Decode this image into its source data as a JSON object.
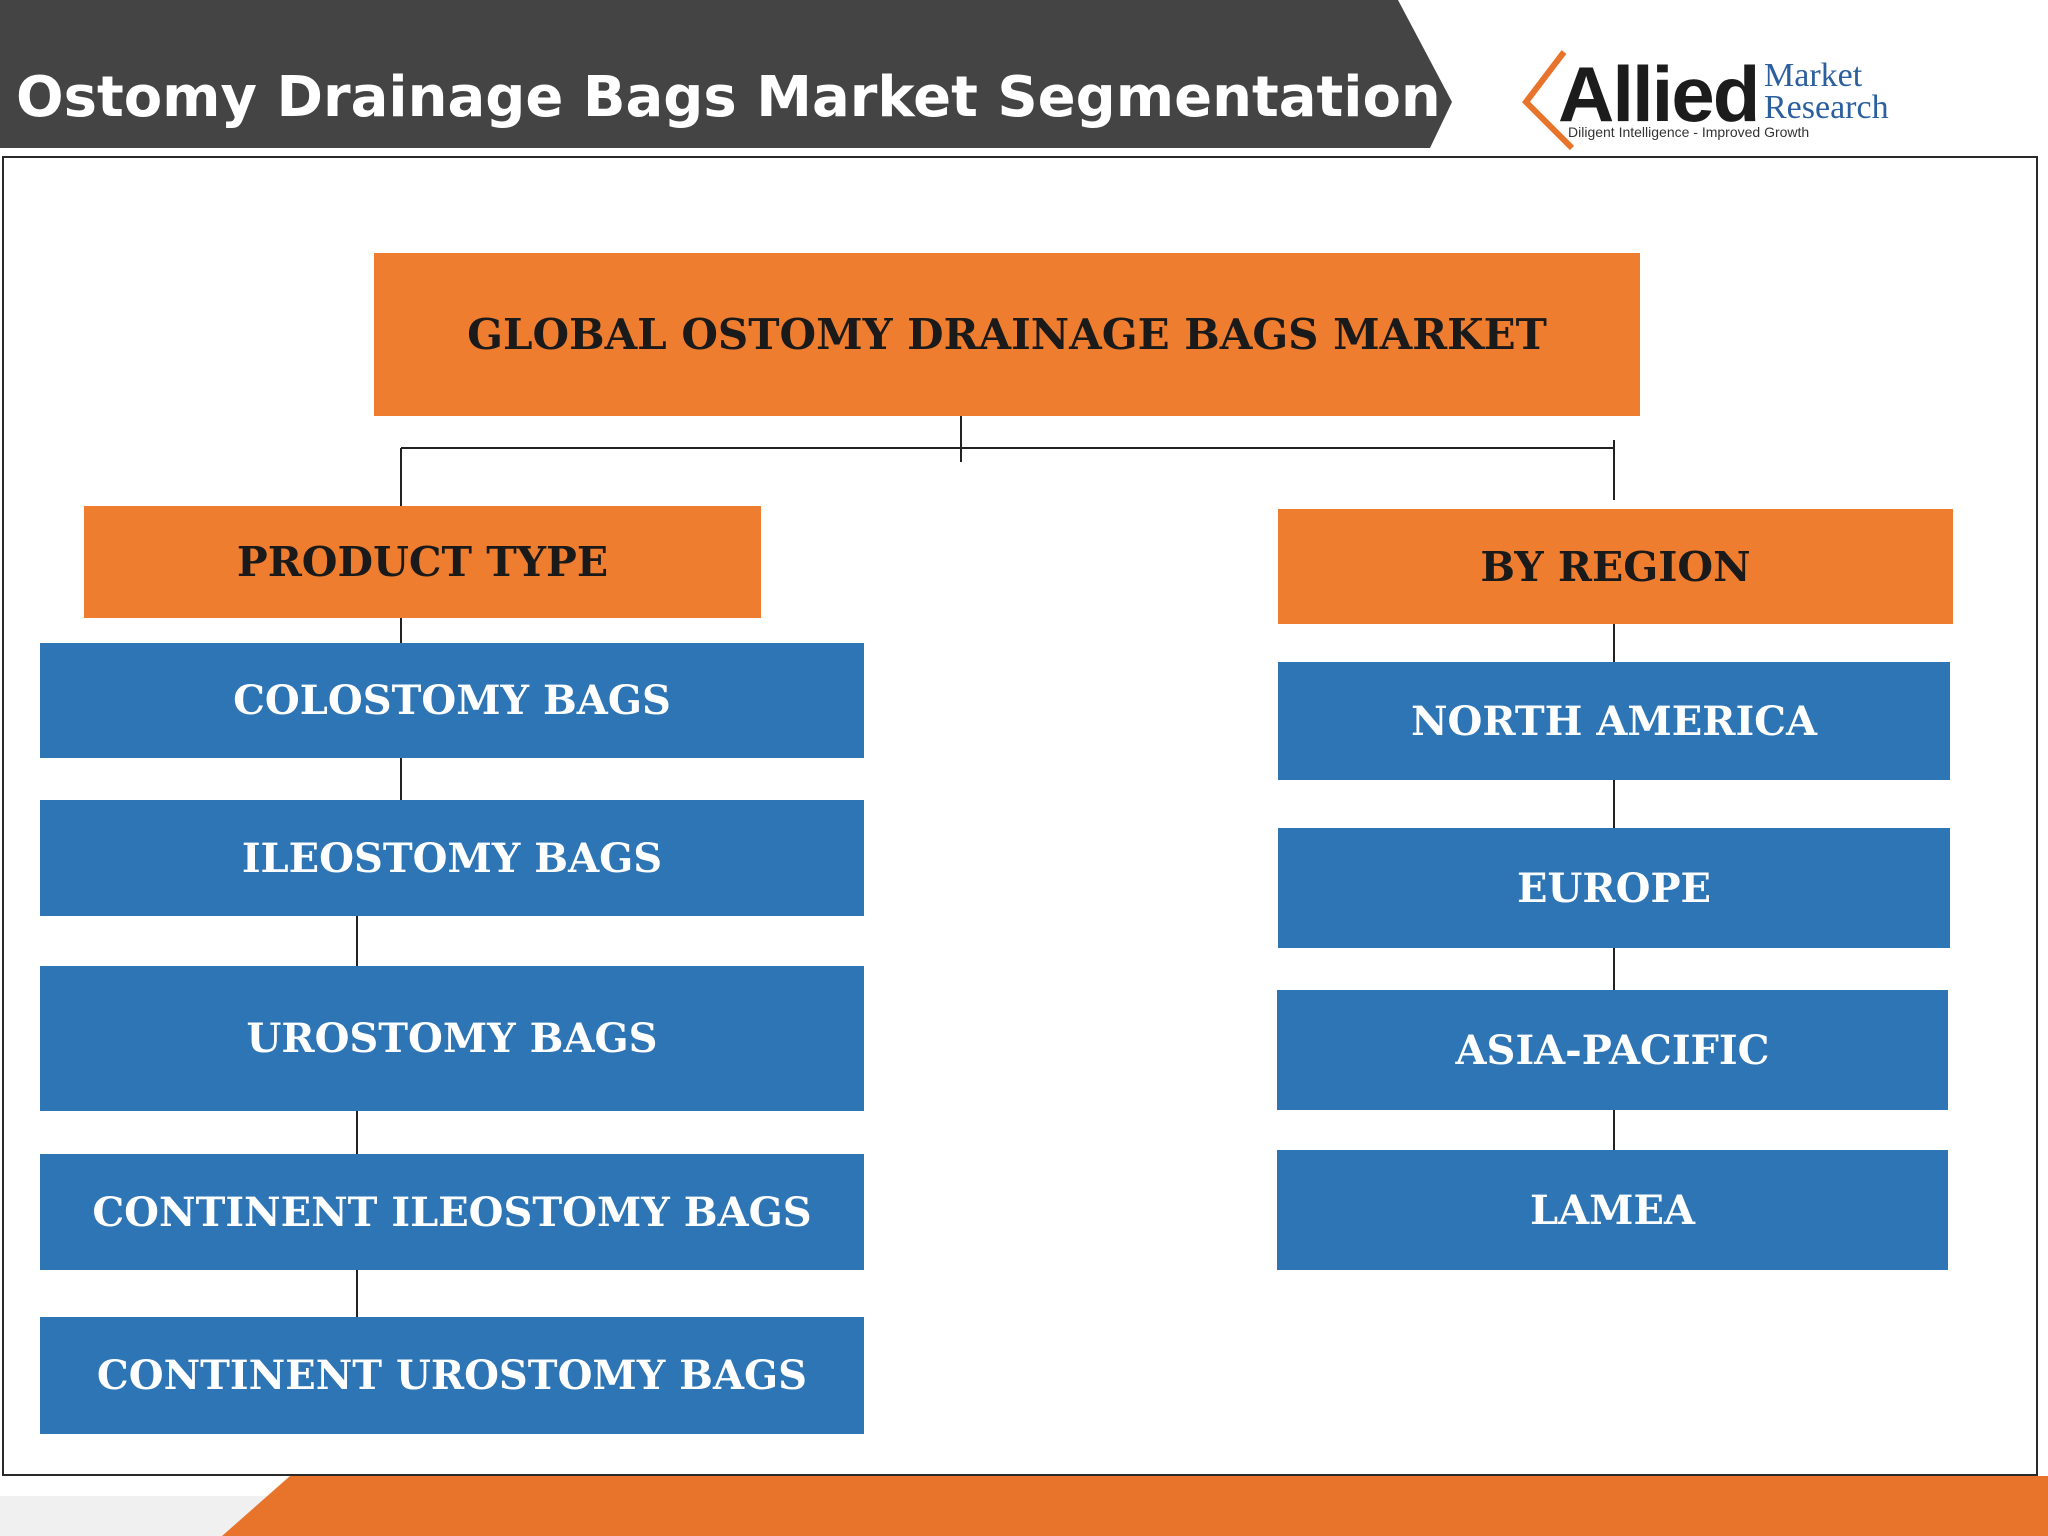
{
  "header": {
    "title": "Ostomy Drainage Bags Market Segmentation"
  },
  "logo": {
    "allied": "Allied",
    "market": "Market",
    "research": "Research",
    "tagline": "Diligent Intelligence - Improved Growth"
  },
  "diagram": {
    "root": "GLOBAL OSTOMY DRAINAGE BAGS MARKET",
    "product_type": {
      "label": "PRODUCT TYPE",
      "items": [
        "COLOSTOMY BAGS",
        "ILEOSTOMY BAGS",
        "UROSTOMY BAGS",
        "CONTINENT ILEOSTOMY BAGS",
        "CONTINENT UROSTOMY BAGS"
      ]
    },
    "by_region": {
      "label": "BY REGION",
      "items": [
        "NORTH AMERICA",
        "EUROPE",
        "ASIA-PACIFIC",
        "LAMEA"
      ]
    }
  },
  "colors": {
    "header_bg": "#444444",
    "accent_orange": "#ee7d2f",
    "node_blue": "#2e75b6"
  }
}
